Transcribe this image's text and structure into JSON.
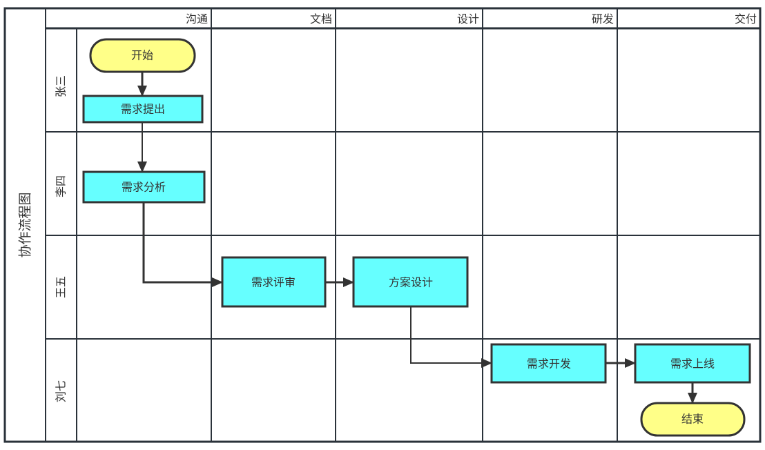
{
  "pool": {
    "title": "协作流程图"
  },
  "columns": [
    {
      "label": "沟通"
    },
    {
      "label": "文档"
    },
    {
      "label": "设计"
    },
    {
      "label": "研发"
    },
    {
      "label": "交付"
    }
  ],
  "lanes": [
    {
      "label": "张三"
    },
    {
      "label": "李四"
    },
    {
      "label": "王五"
    },
    {
      "label": "刘七"
    }
  ],
  "nodes": [
    {
      "id": "start",
      "label": "开始",
      "shape": "terminator",
      "lane": 0,
      "column": 0
    },
    {
      "id": "req_submit",
      "label": "需求提出",
      "shape": "process",
      "lane": 0,
      "column": 0
    },
    {
      "id": "req_analysis",
      "label": "需求分析",
      "shape": "process",
      "lane": 1,
      "column": 0
    },
    {
      "id": "req_review",
      "label": "需求评审",
      "shape": "process",
      "lane": 2,
      "column": 1
    },
    {
      "id": "solution_design",
      "label": "方案设计",
      "shape": "process",
      "lane": 2,
      "column": 2
    },
    {
      "id": "req_dev",
      "label": "需求开发",
      "shape": "process",
      "lane": 3,
      "column": 3
    },
    {
      "id": "req_release",
      "label": "需求上线",
      "shape": "process",
      "lane": 3,
      "column": 4
    },
    {
      "id": "end",
      "label": "结束",
      "shape": "terminator",
      "lane": 3,
      "column": 4
    }
  ],
  "edges": [
    {
      "from": "start",
      "to": "req_submit"
    },
    {
      "from": "req_submit",
      "to": "req_analysis"
    },
    {
      "from": "req_analysis",
      "to": "req_review"
    },
    {
      "from": "req_review",
      "to": "solution_design"
    },
    {
      "from": "solution_design",
      "to": "req_dev"
    },
    {
      "from": "req_dev",
      "to": "req_release"
    },
    {
      "from": "req_release",
      "to": "end"
    }
  ],
  "colors": {
    "terminator_fill": "#FFFF88",
    "process_fill": "#66FFFF",
    "stroke": "#333333",
    "grid": "#2a323a"
  }
}
